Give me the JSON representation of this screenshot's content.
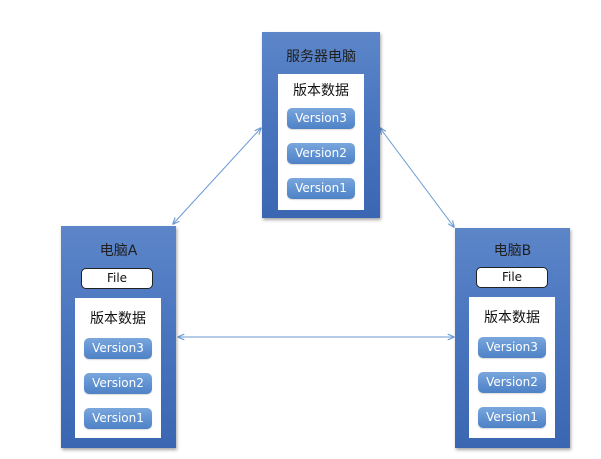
{
  "server": {
    "title": "服务器电脑",
    "panel_title": "版本数据",
    "versions": [
      "Version3",
      "Version2",
      "Version1"
    ]
  },
  "computer_a": {
    "title": "电脑A",
    "file_label": "File",
    "panel_title": "版本数据",
    "versions": [
      "Version3",
      "Version2",
      "Version1"
    ]
  },
  "computer_b": {
    "title": "电脑B",
    "file_label": "File",
    "panel_title": "版本数据",
    "versions": [
      "Version3",
      "Version2",
      "Version1"
    ]
  },
  "colors": {
    "node_fill": "#4a76c0",
    "version_fill": "#5d8fd0",
    "arrow": "#6a9ad6"
  }
}
